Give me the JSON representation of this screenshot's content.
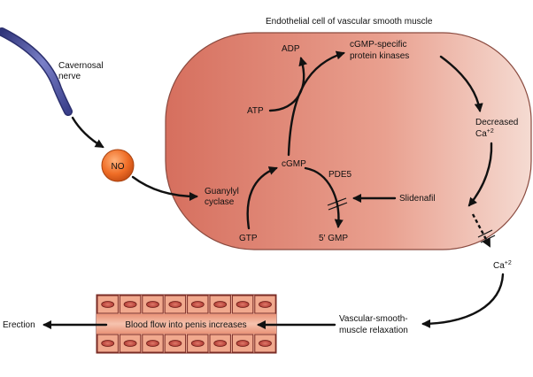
{
  "labels": {
    "cell_title": "Endothelial cell of vascular smooth muscle",
    "cavernosal_nerve_1": "Cavernosal",
    "cavernosal_nerve_2": "nerve",
    "no": "NO",
    "adp": "ADP",
    "atp": "ATP",
    "kinases_1": "cGMP-specific",
    "kinases_2": "protein kinases",
    "decreased_1": "Decreased",
    "decreased_2": "Ca",
    "decreased_sup": "+2",
    "cgmp": "cGMP",
    "pde5": "PDE5",
    "guanylyl_1": "Guanylyl",
    "guanylyl_2": "cyclase",
    "sildenafil": "Slidenafil",
    "gtp": "GTP",
    "five_gmp": "5′ GMP",
    "ca_out": "Ca",
    "ca_out_sup": "+2",
    "relax_1": "Vascular-smooth-",
    "relax_2": "muscle relaxation",
    "blood_flow": "Blood flow into penis increases",
    "erection": "Erection"
  },
  "colors": {
    "cell_left": "#d66f5e",
    "cell_right": "#f3d3c8",
    "cell_stroke": "#8a4a3f",
    "nerve": "#4a4f98",
    "no_node": "#ea6a25",
    "vessel_band": "#eca082",
    "vessel_cell": "#b03a30"
  }
}
